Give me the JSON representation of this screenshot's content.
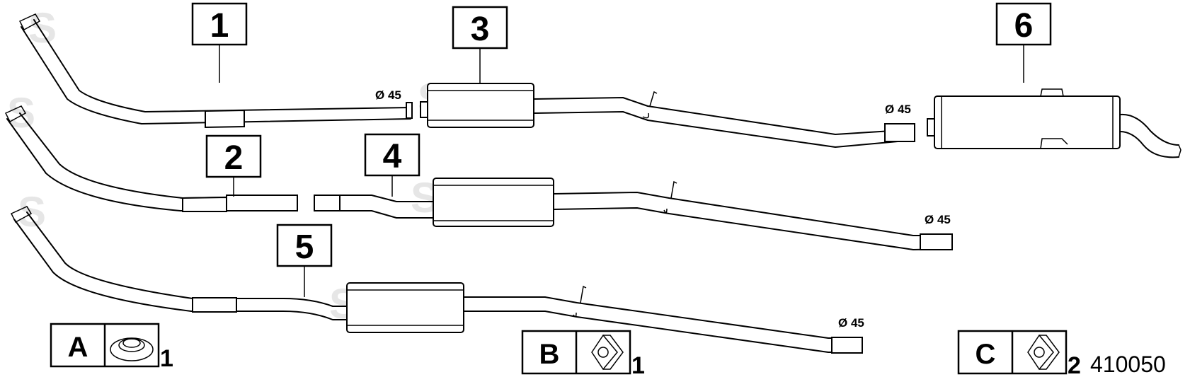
{
  "callouts": [
    {
      "label": "1"
    },
    {
      "label": "2"
    },
    {
      "label": "3"
    },
    {
      "label": "4"
    },
    {
      "label": "5"
    },
    {
      "label": "6"
    }
  ],
  "diameters": {
    "d1": "Ø 45",
    "d3": "Ø 45",
    "d4": "Ø 45",
    "d5": "Ø 45"
  },
  "legend": [
    {
      "letter": "A",
      "icon": "gasket-ring-icon",
      "qty": "1"
    },
    {
      "letter": "B",
      "icon": "flange-gasket-icon",
      "qty": "1"
    },
    {
      "letter": "C",
      "icon": "flange-gasket-icon",
      "qty": "2"
    }
  ],
  "part_number": "410050"
}
